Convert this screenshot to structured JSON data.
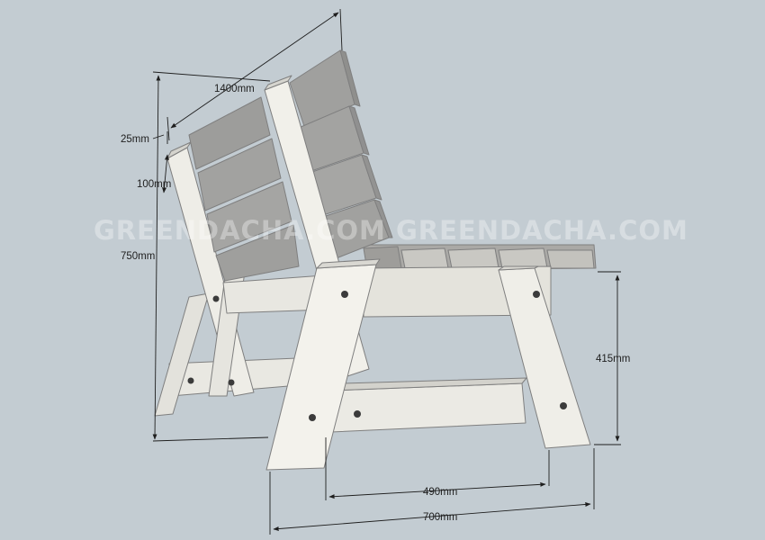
{
  "diagram": {
    "background_color": "#c3ccd2",
    "wood_light": "#ecebe5",
    "wood_dark": "#9c9c9a",
    "watermark": "GREENDACHA.COM GREENDACHA.COM",
    "dimensions": {
      "length": "1400mm",
      "board_thickness": "25mm",
      "board_width": "100mm",
      "total_height": "750mm",
      "seat_height": "415mm",
      "inner_width": "490mm",
      "total_depth": "700mm"
    }
  }
}
